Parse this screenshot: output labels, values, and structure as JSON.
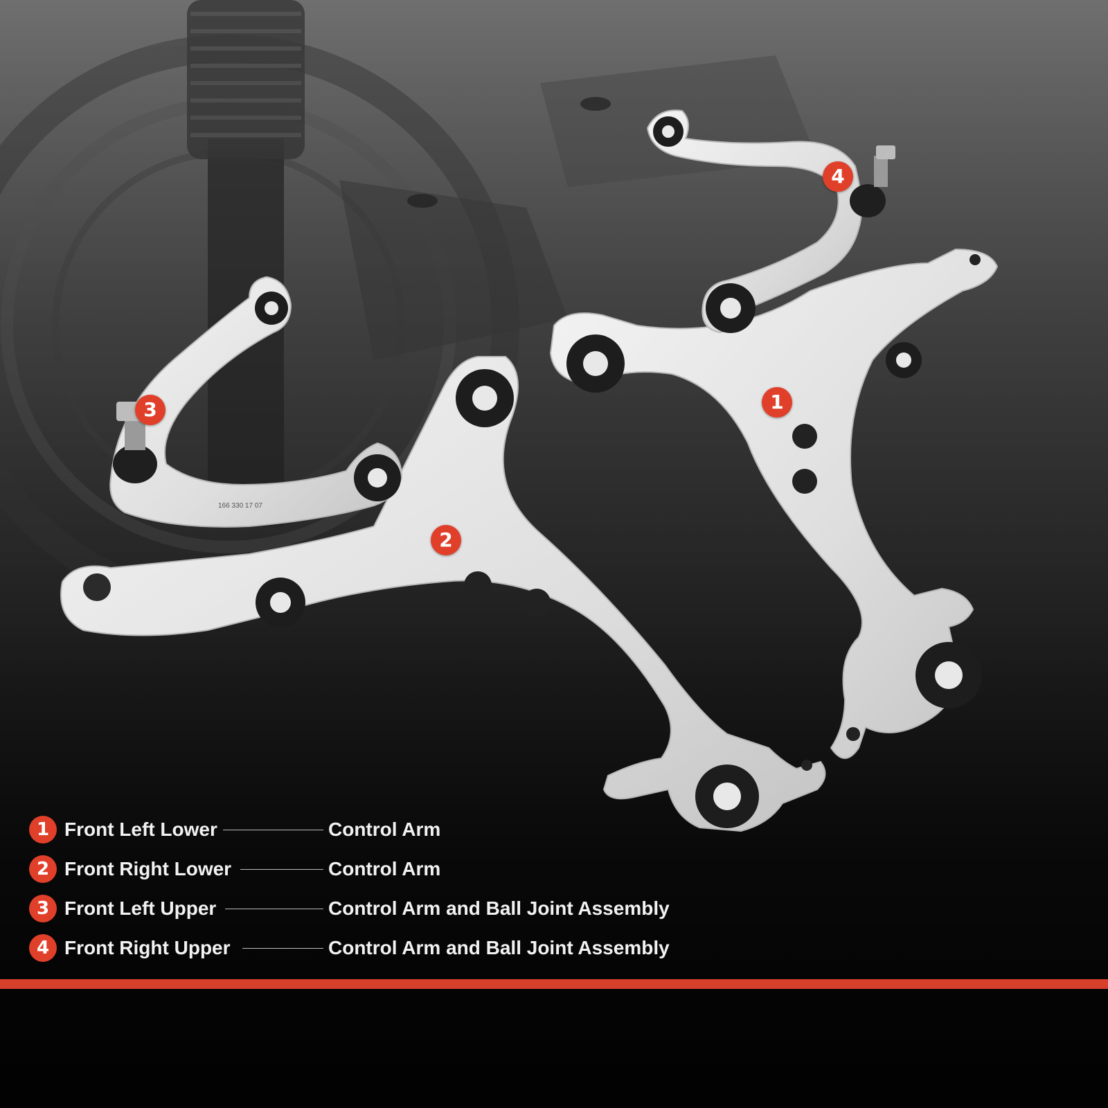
{
  "markers": [
    "1",
    "2",
    "3",
    "4"
  ],
  "legend": [
    {
      "num": "1",
      "position": "Front Left Lower",
      "description": "Control Arm"
    },
    {
      "num": "2",
      "position": "Front Right Lower",
      "description": "Control Arm"
    },
    {
      "num": "3",
      "position": "Front Left Upper",
      "description": "Control Arm and Ball Joint Assembly"
    },
    {
      "num": "4",
      "position": "Front Right Upper",
      "description": "Control Arm and Ball Joint Assembly"
    }
  ],
  "part_numbers": {
    "left_upper": "166 330 17 07"
  },
  "colors": {
    "accent": "#e0402a",
    "bar": "#d9402b",
    "metal": "#e6e6e6",
    "background": "#141414"
  }
}
